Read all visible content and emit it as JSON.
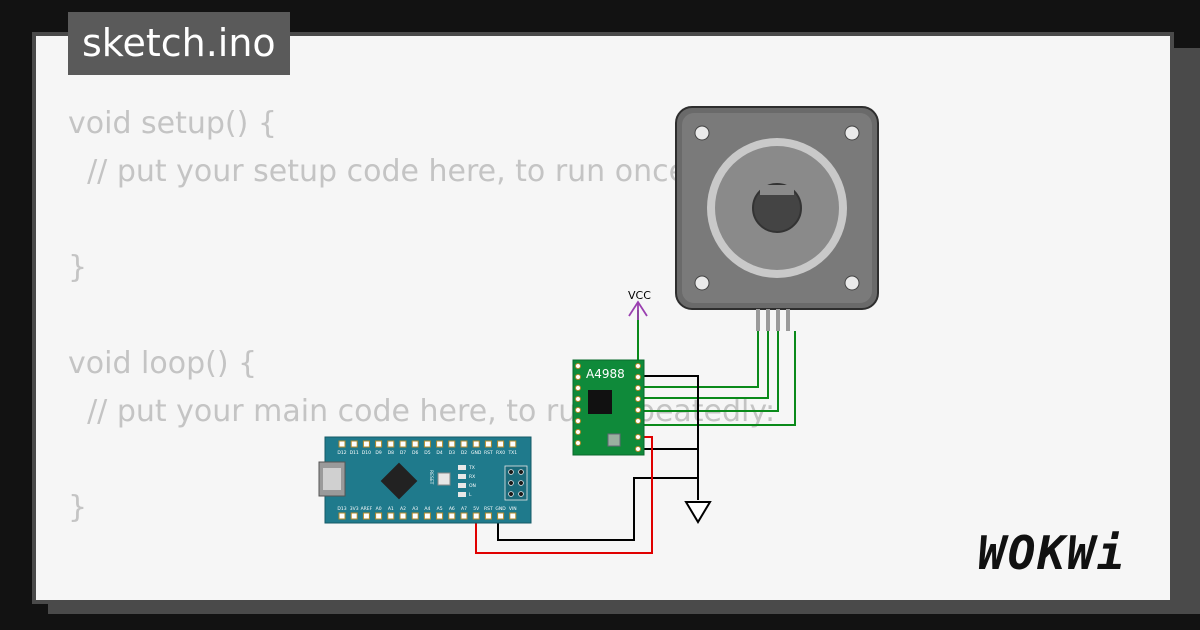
{
  "file_tab": {
    "label": "sketch.ino"
  },
  "code_lines": [
    "void setup() {",
    "  // put your setup code here, to run once:",
    "",
    "}",
    "",
    "void loop() {",
    "  // put your main code here, to run repeatedly:",
    "",
    "}"
  ],
  "components": {
    "driver_label": "A4988",
    "vcc_label": "VCC",
    "nano_top_pins": [
      "D12",
      "D11",
      "D10",
      "D9",
      "D8",
      "D7",
      "D6",
      "D5",
      "D4",
      "D3",
      "D2",
      "GND",
      "RST",
      "RX0",
      "TX1"
    ],
    "nano_bottom_pins": [
      "D13",
      "3V3",
      "AREF",
      "A0",
      "A1",
      "A2",
      "A3",
      "A4",
      "A5",
      "A6",
      "A7",
      "5V",
      "RST",
      "GND",
      "VIN"
    ],
    "nano_led_labels": [
      "TX",
      "RX",
      "ON",
      "L"
    ],
    "reset_label": "RESET"
  },
  "logo": {
    "text": "WOKWi"
  },
  "colors": {
    "background": "#121212",
    "card": "#f6f6f6",
    "code_text": "#c4c4c4",
    "nano_board": "#1f7a8c",
    "driver_board": "#0f8a3a",
    "motor_wire": "#0a8a1a",
    "power_wire": "#e00000",
    "ground_wire": "#000000",
    "vcc_symbol": "#9a3fb0"
  }
}
